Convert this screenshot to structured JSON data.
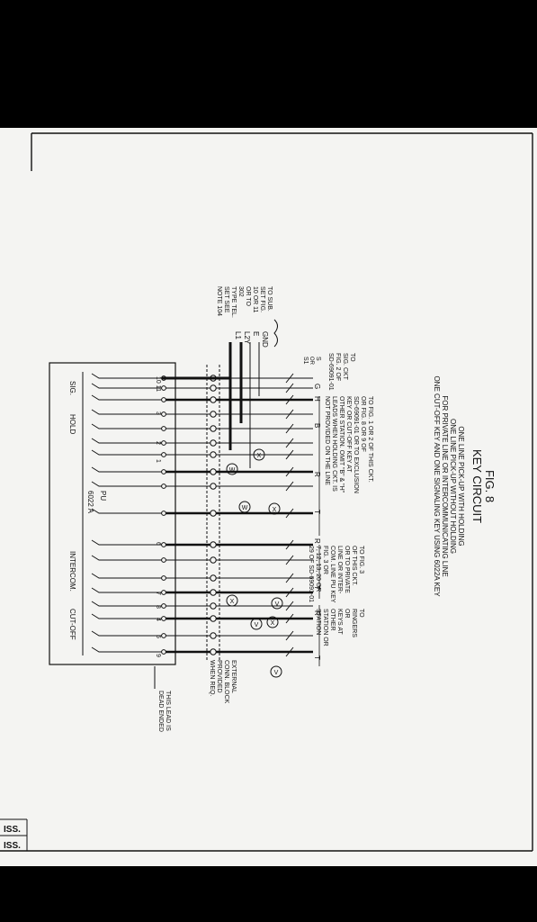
{
  "figure": {
    "number": "FIG. 8",
    "title": "KEY CIRCUIT",
    "subtitle_lines": [
      "ONE LINE PICK-UP WITH HOLDING",
      "ONE LINE PICK-UP WITHOUT HOLDING",
      "FOR PRIVATE LINE OR INTERCOMMUNICATING LINE",
      "ONE CUT-OFF KEY AND ONE SIGNALING KEY USING 6022A KEY"
    ]
  },
  "notes": {
    "to_sub_set": [
      "TO SUB.",
      "SET FIG.",
      "10 OR 11",
      "OR TO",
      "302",
      "TYPE TEL.",
      "SET SEE",
      "NOTE 104"
    ],
    "to_sig_ckt": [
      "TO",
      "SIG. CKT",
      "FIG. 2 OF",
      "SD-69091-01"
    ],
    "to_fig1": [
      "TO FIG. 1 OR 2 OF THIS CKT.",
      "OR FIG. 8 OR 9 OF",
      "SD-69091-01 OR TO EXCLUSION",
      "KEY OR CUT-OFF KEY AT",
      "OTHER STATION. OMIT \"B\" & \"H\"",
      "LEADS WHEN HOLDING CKT. IS",
      "NOT PROVIDED ON THE LINE"
    ],
    "to_fig3": [
      "TO FIG. 3",
      "OF THIS CKT.",
      "OR TO PRIVATE",
      "LINE OR INTER-",
      "COM. LINE PU KEY",
      "FIG. 3 OR",
      "7, 12, 13, 20 OR",
      "29 OF SD-69091-01"
    ],
    "to_ringers": [
      "TO",
      "RINGERS",
      "OR",
      "KEYS AT",
      "OTHER",
      "STATION OR",
      "STATION"
    ],
    "external_block": [
      "EXTERNAL",
      "CONN. BLOCK",
      "PROVIDED",
      "WHEN REQ."
    ],
    "dead_ended": [
      "THIS LEAD IS",
      "DEAD ENDED"
    ]
  },
  "leads": [
    "GND",
    "E",
    "L2Y",
    "L1"
  ],
  "lead_labels": {
    "s1": [
      "S",
      "OR",
      "S1"
    ],
    "g": "G",
    "h": "H",
    "b": "B",
    "r1": "R",
    "t1": "T",
    "r2": "R",
    "t2": "T",
    "r3": "R",
    "t3": "T"
  },
  "key": {
    "model": "6022 A",
    "sections": [
      "SIG.",
      "HOLD",
      "PU",
      "INTERCOM.",
      "CUT-OFF"
    ],
    "springs": [
      "10",
      "11",
      "3",
      "2",
      "1",
      "6",
      "7",
      "8",
      "4",
      "5",
      "9"
    ]
  },
  "markers": {
    "w": "W",
    "x": "X",
    "v": "V"
  },
  "revisions": [
    "ISS.",
    "ISS."
  ]
}
